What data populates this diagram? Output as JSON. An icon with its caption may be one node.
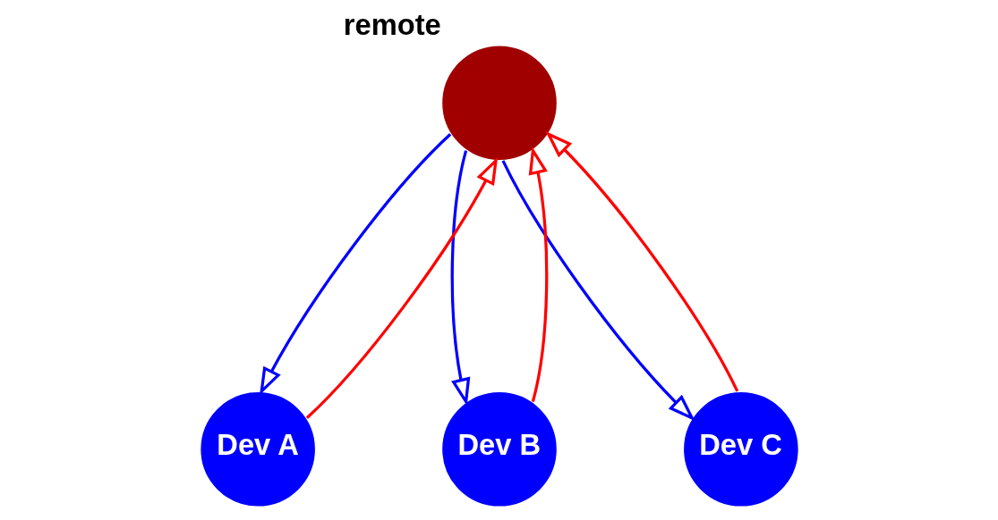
{
  "diagram": {
    "nodes": [
      {
        "text": [
          "remote"
        ]
      },
      {
        "text": [
          "Dev A"
        ]
      },
      {
        "text": [
          "Dev B"
        ]
      },
      {
        "text": [
          "Dev C"
        ]
      }
    ],
    "edges": [
      {
        "from": 1,
        "to": 0,
        "arrow": "to",
        "color": "#ff0000"
      },
      {
        "from": 0,
        "to": 1,
        "arrow": "to",
        "color": "#0000ff"
      },
      {
        "from": 2,
        "to": 0,
        "arrow": "to",
        "color": "#ff0000"
      },
      {
        "from": 0,
        "to": 2,
        "arrow": "to",
        "color": "#0000ff"
      },
      {
        "from": 3,
        "to": 0,
        "arrow": "to",
        "color": "#ff0000"
      },
      {
        "from": 0,
        "to": 3,
        "arrow": "to",
        "color": "#0000ff"
      }
    ]
  }
}
